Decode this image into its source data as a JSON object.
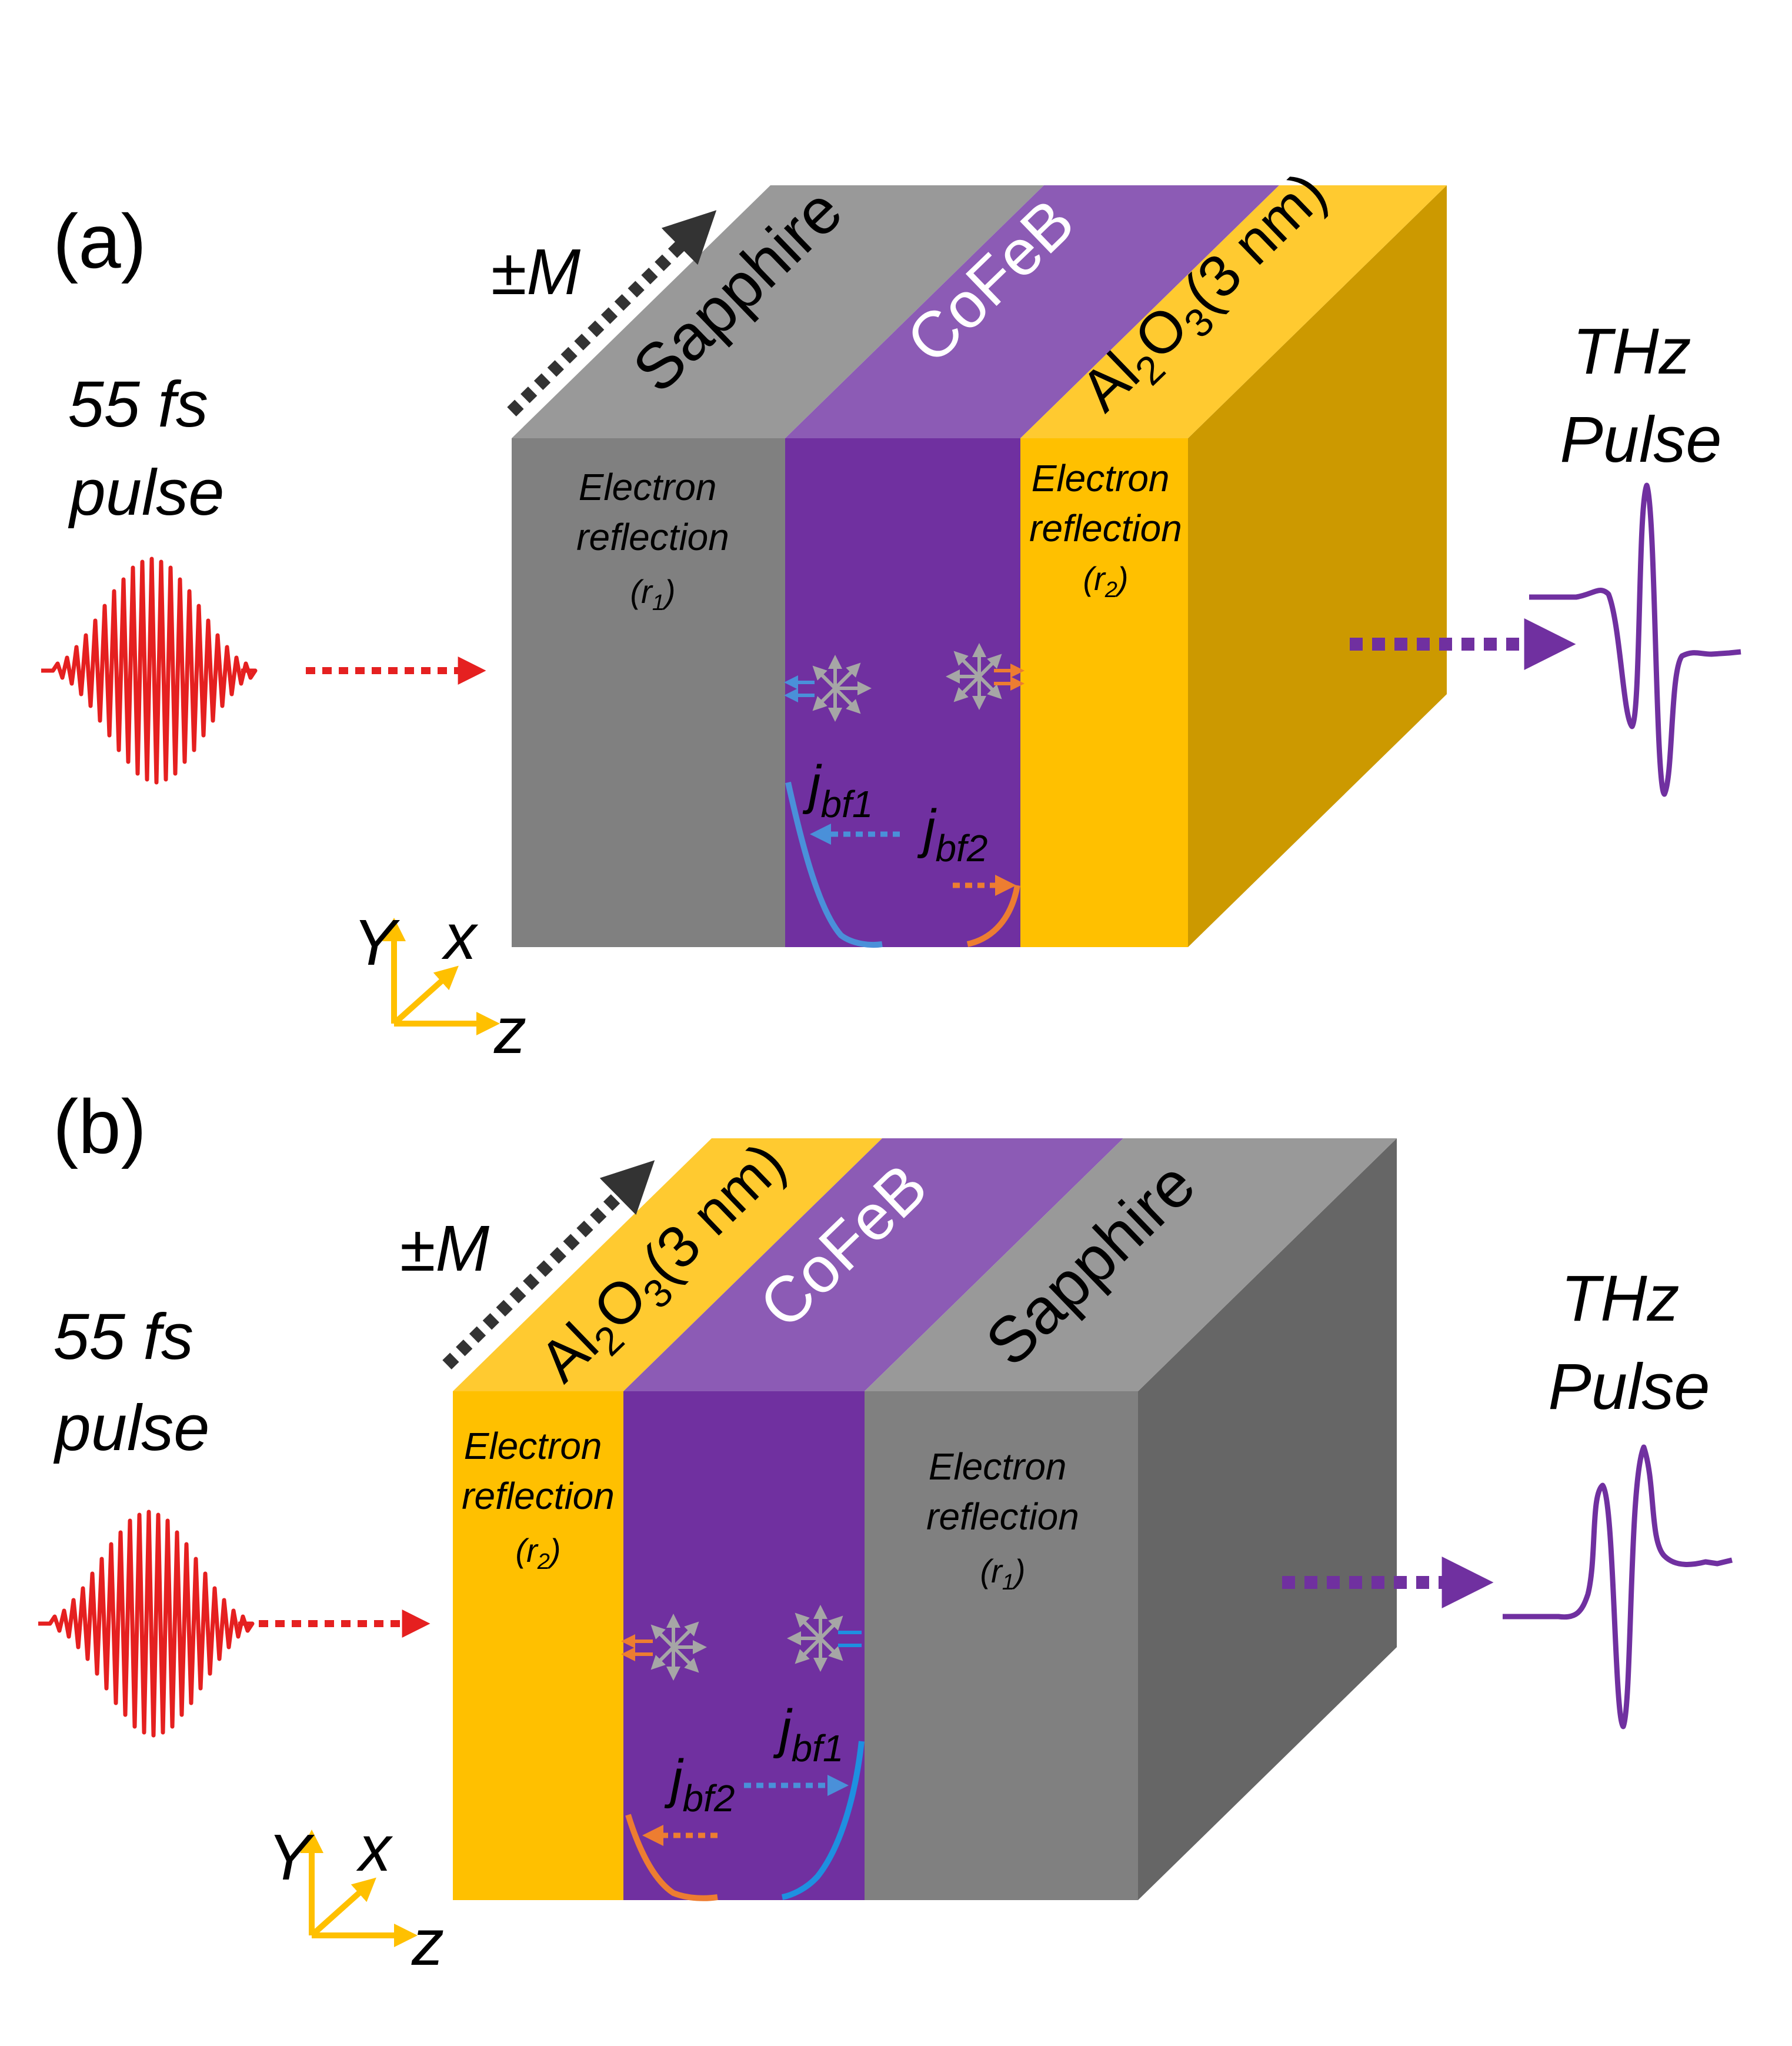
{
  "panels": {
    "a": {
      "label": "(a)",
      "magnetization": "±M",
      "input": {
        "line1": "55 fs",
        "line2": "pulse"
      },
      "output": {
        "line1": "THz",
        "line2": "Pulse"
      },
      "layers": {
        "sapphire": {
          "name": "Sapphire",
          "front_line1": "Electron",
          "front_line2": "reflection",
          "coef_base": "r",
          "coef_sub": "1"
        },
        "cofeb": {
          "name": "CoFeB"
        },
        "alox": {
          "name_base": "Al",
          "sub1": "2",
          "name_mid": "O",
          "sub2": "3",
          "name_tail": "(3 nm)",
          "front_line1": "Electron",
          "front_line2": "reflection",
          "coef_base": "r",
          "coef_sub": "2"
        }
      },
      "currents": {
        "j1": {
          "base": "j",
          "sub": "bf1"
        },
        "j2": {
          "base": "j",
          "sub": "bf2"
        }
      },
      "axes": {
        "y": "Y",
        "x": "x",
        "z": "z"
      }
    },
    "b": {
      "label": "(b)",
      "magnetization": "±M",
      "input": {
        "line1": "55 fs",
        "line2": "pulse"
      },
      "output": {
        "line1": "THz",
        "line2": "Pulse"
      },
      "layers": {
        "sapphire": {
          "name": "Sapphire",
          "front_line1": "Electron",
          "front_line2": "reflection",
          "coef_base": "r",
          "coef_sub": "1"
        },
        "cofeb": {
          "name": "CoFeB"
        },
        "alox": {
          "name_base": "Al",
          "sub1": "2",
          "name_mid": "O",
          "sub2": "3",
          "name_tail": "(3 nm)",
          "front_line1": "Electron",
          "front_line2": "reflection",
          "coef_base": "r",
          "coef_sub": "2"
        }
      },
      "currents": {
        "j1": {
          "base": "j",
          "sub": "bf1"
        },
        "j2": {
          "base": "j",
          "sub": "bf2"
        }
      },
      "axes": {
        "y": "Y",
        "x": "x",
        "z": "z"
      }
    }
  },
  "colors": {
    "sapphire_front": "#808080",
    "sapphire_top": "#999999",
    "sapphire_side": "#666666",
    "cofeb_front": "#7030A0",
    "cofeb_top": "#8C5BB5",
    "alox_front": "#FFC000",
    "alox_top": "#FFCA30",
    "alox_side": "#CC9900",
    "laser": "#E52020",
    "thz": "#7030A0",
    "axes": "#FFC000",
    "arrow_dark": "#333333",
    "current_blue": "#4A90D9",
    "current_orange": "#ED7D31"
  }
}
